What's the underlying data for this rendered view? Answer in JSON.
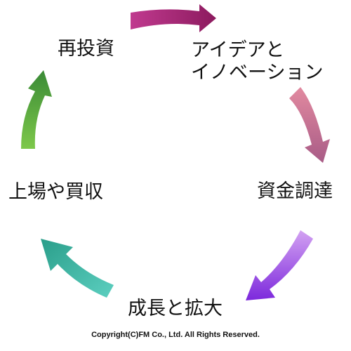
{
  "diagram": {
    "stages": [
      {
        "id": "idea",
        "lines": [
          "アイデアと",
          "イノベーション"
        ]
      },
      {
        "id": "funding",
        "lines": [
          "資金調達"
        ]
      },
      {
        "id": "growth",
        "lines": [
          "成長と拡大"
        ]
      },
      {
        "id": "ipo",
        "lines": [
          "上場や買収"
        ]
      },
      {
        "id": "reinvest",
        "lines": [
          "再投資"
        ]
      }
    ],
    "arrow_colors": {
      "reinvest_to_idea": [
        "#c03a8f",
        "#8c1a5e"
      ],
      "idea_to_funding": [
        "#e28aa0",
        "#a85b86"
      ],
      "funding_to_growth": [
        "#d3a2f2",
        "#7c28dc"
      ],
      "growth_to_ipo": [
        "#2a9e8a",
        "#5ccfc0"
      ],
      "ipo_to_reinvest": [
        "#7dc84a",
        "#3a8a36"
      ]
    }
  },
  "footer": {
    "copyright": "Copyright(C)FM Co., Ltd. All Rights Reserved."
  }
}
